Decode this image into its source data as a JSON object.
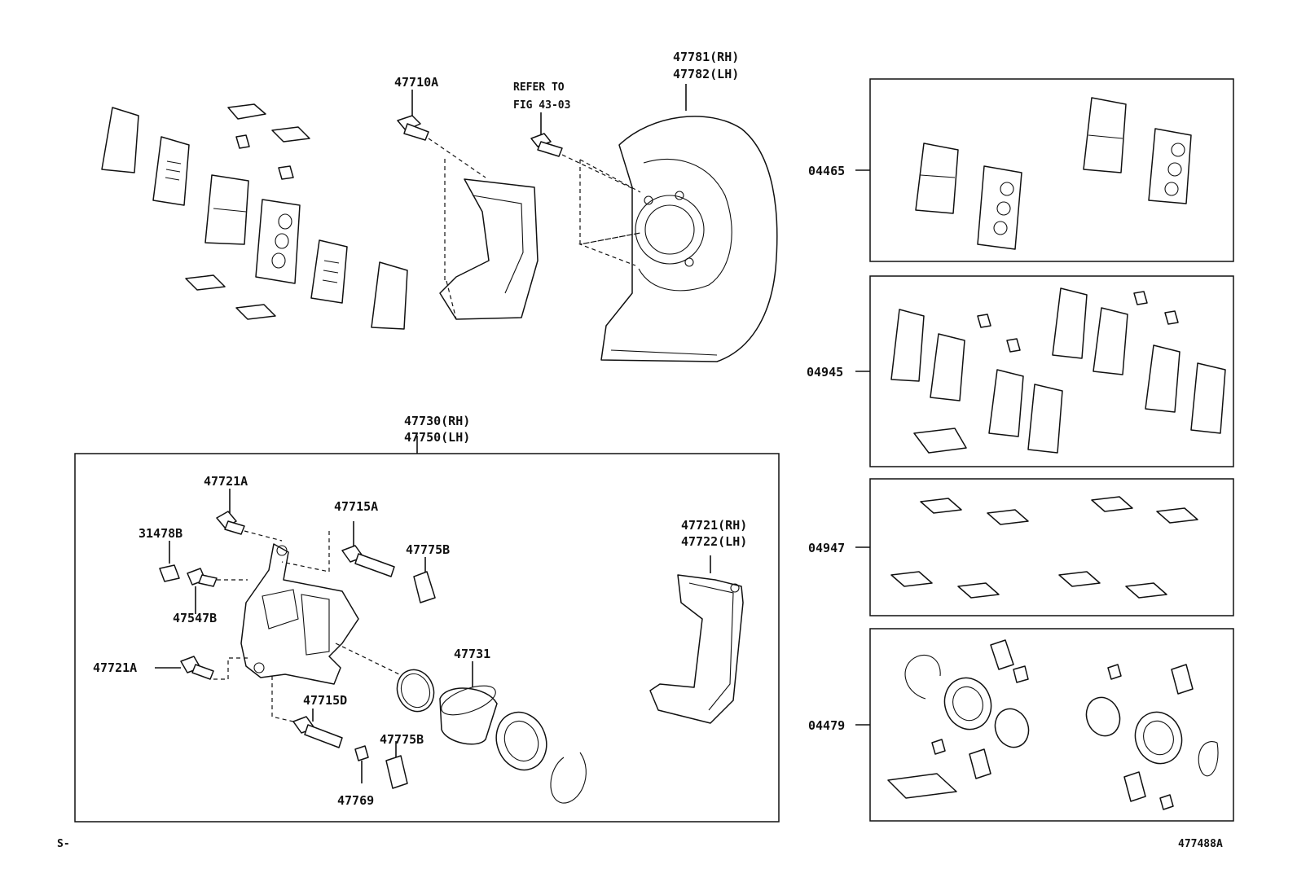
{
  "labels": {
    "p47710A": "47710A",
    "refer_line1": "REFER TO",
    "refer_line2": "FIG 43-03",
    "p47781": "47781(RH)",
    "p47782": "47782(LH)",
    "p47730": "47730(RH)",
    "p47750": "47750(LH)",
    "p47721A_top": "47721A",
    "p31478B": "31478B",
    "p47715A": "47715A",
    "p47775B_top": "47775B",
    "p47547B": "47547B",
    "p47721A_left": "47721A",
    "p47731": "47731",
    "p47715D": "47715D",
    "p47775B_bottom": "47775B",
    "p47769": "47769",
    "p47721": "47721(RH)",
    "p47722": "47722(LH)",
    "k04465": "04465",
    "k04945": "04945",
    "k04947": "04947",
    "k04479": "04479",
    "corner_left": "S-",
    "figure_id": "477488A"
  }
}
